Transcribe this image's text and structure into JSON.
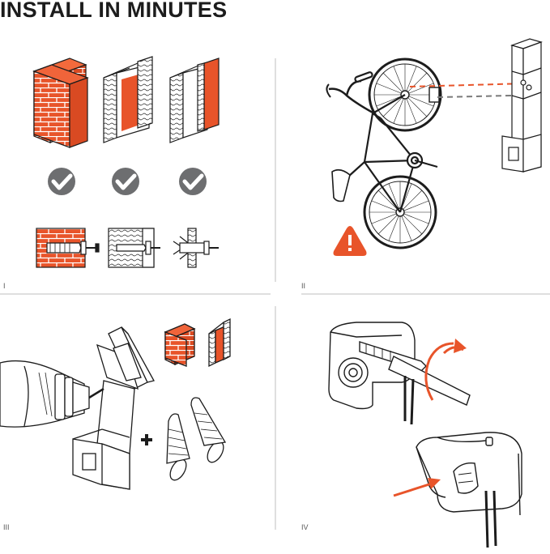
{
  "title": "INSTALL IN MINUTES",
  "steps": [
    {
      "numeral": "I"
    },
    {
      "numeral": "II"
    },
    {
      "numeral": "III"
    },
    {
      "numeral": "IV"
    }
  ],
  "colors": {
    "accent_orange": "#e8542a",
    "check_gray": "#6d6e70",
    "line_dark": "#1c1c1c",
    "divider_gray": "#bfbfbf",
    "dash_gray": "#7a7a7a"
  },
  "icons": [
    "brick-wall-icon",
    "drywall-panel-icon",
    "drywall-orange-panel-icon",
    "checkmark-icon",
    "warning-icon",
    "plus-icon",
    "rotate-arrow-icon",
    "push-arrow-icon"
  ]
}
